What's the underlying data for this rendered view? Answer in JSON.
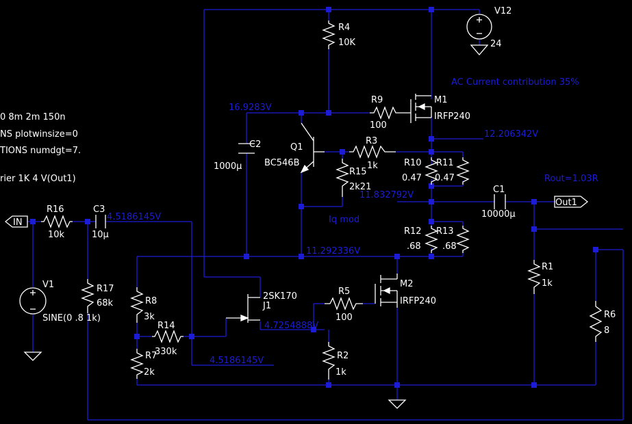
{
  "colors": {
    "background": "#000000",
    "wire": "#1c1cd6",
    "component": "#ffffff",
    "label": "#ffffff",
    "annotation": "#1c1cd6"
  },
  "directives": {
    "line1": "0 8m 2m 150n",
    "line2": "NS plotwinsize=0",
    "line3": "TIONS numdgt=7.",
    "line4": "rier 1K 4 V(Out1)"
  },
  "annotations": {
    "ac_contribution": "AC Current contribution 35%",
    "rout": "Rout=1.03R",
    "iq_mod": "Iq mod"
  },
  "node_voltages": {
    "q1_collector": "16.9283V",
    "m1_source": "12.206342V",
    "output_node": "11.832792V",
    "input_node": "4.5186145V",
    "bias_line": "11.292336V",
    "j1_source": "4.7254888V",
    "lower_tap": "4.5186145V"
  },
  "ports": {
    "input": "IN",
    "output": "Out1"
  },
  "components": {
    "V12": {
      "name": "V12",
      "value": "24"
    },
    "R4": {
      "name": "R4",
      "value": "10K"
    },
    "R9": {
      "name": "R9",
      "value": "100"
    },
    "M1": {
      "name": "M1",
      "value": "IRFP240"
    },
    "C2": {
      "name": "C2",
      "value": "1000µ"
    },
    "Q1": {
      "name": "Q1",
      "value": "BC546B"
    },
    "R3": {
      "name": "R3",
      "value": "1k"
    },
    "R15": {
      "name": "R15",
      "value": "2k21"
    },
    "R10": {
      "name": "R10",
      "value": "0.47"
    },
    "R11": {
      "name": "R11",
      "value": "0.47"
    },
    "C1": {
      "name": "C1",
      "value": "10000µ"
    },
    "R16": {
      "name": "R16",
      "value": "10k"
    },
    "C3": {
      "name": "C3",
      "value": "10µ"
    },
    "R12": {
      "name": "R12",
      "value": ".68"
    },
    "R13": {
      "name": "R13",
      "value": ".68"
    },
    "V1": {
      "name": "V1",
      "value": "SINE(0 .8 1k)"
    },
    "R17": {
      "name": "R17",
      "value": "68k"
    },
    "R1": {
      "name": "R1",
      "value": "1k"
    },
    "M2": {
      "name": "M2",
      "value": "IRFP240"
    },
    "J1": {
      "name": "J1",
      "value": "2SK170"
    },
    "R8": {
      "name": "R8",
      "value": "3k"
    },
    "R14": {
      "name": "R14",
      "value": "330k"
    },
    "R5": {
      "name": "R5",
      "value": "100"
    },
    "R6": {
      "name": "R6",
      "value": "8"
    },
    "R7": {
      "name": "R7",
      "value": "2k"
    },
    "R2": {
      "name": "R2",
      "value": "1k"
    }
  }
}
